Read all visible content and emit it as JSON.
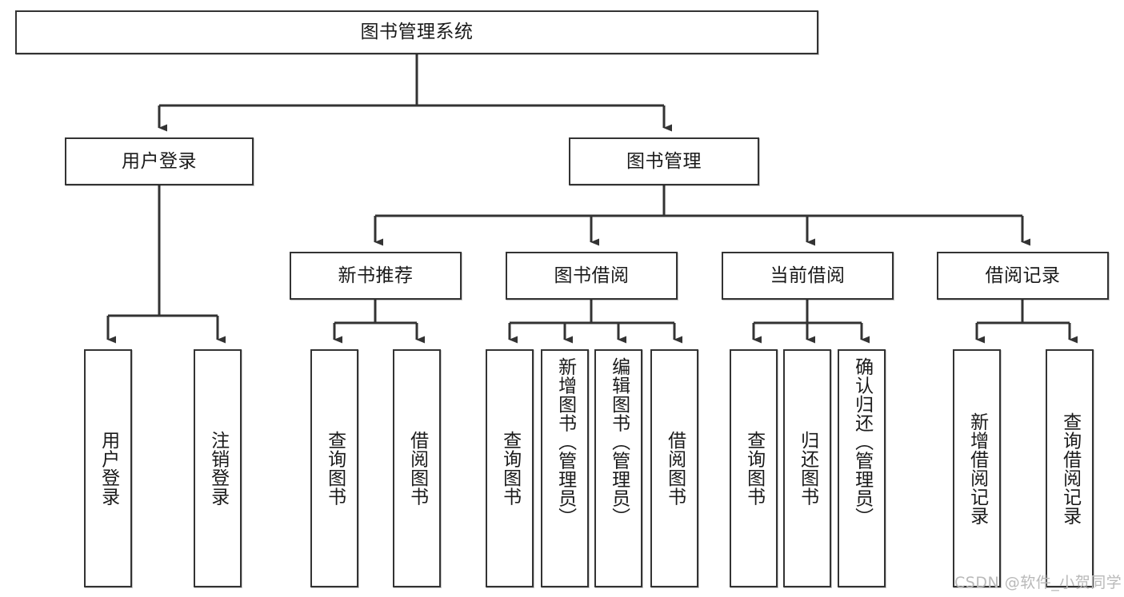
{
  "diagram": {
    "type": "tree-hierarchy",
    "title": "图书管理系统",
    "watermark": "CSDN @软件_小贺同学",
    "colors": {
      "stroke": "#333333",
      "fill": "#ffffff",
      "text": "#1a1a1a",
      "watermark": "#b9b9b9"
    },
    "levels": {
      "root": {
        "label": "图书管理系统"
      },
      "level2": [
        {
          "id": "user-login",
          "label": "用户登录"
        },
        {
          "id": "book-manage",
          "label": "图书管理"
        }
      ],
      "level3": [
        {
          "id": "new-book-recommend",
          "label": "新书推荐",
          "parent": "book-manage"
        },
        {
          "id": "book-borrow",
          "label": "图书借阅",
          "parent": "book-manage"
        },
        {
          "id": "current-borrow",
          "label": "当前借阅",
          "parent": "book-manage"
        },
        {
          "id": "borrow-record",
          "label": "借阅记录",
          "parent": "book-manage"
        }
      ],
      "leaves": [
        {
          "id": "leaf-user-login",
          "label": "用户登录",
          "parent": "user-login"
        },
        {
          "id": "leaf-user-logout",
          "label": "注销登录",
          "parent": "user-login"
        },
        {
          "id": "leaf-query-book-1",
          "label": "查询图书",
          "parent": "new-book-recommend"
        },
        {
          "id": "leaf-borrow-book-1",
          "label": "借阅图书",
          "parent": "new-book-recommend"
        },
        {
          "id": "leaf-query-book-2",
          "label": "查询图书",
          "parent": "book-borrow"
        },
        {
          "id": "leaf-add-book",
          "label": "新增图书（管理员）",
          "parent": "book-borrow"
        },
        {
          "id": "leaf-edit-book",
          "label": "编辑图书（管理员）",
          "parent": "book-borrow"
        },
        {
          "id": "leaf-borrow-book-2",
          "label": "借阅图书",
          "parent": "book-borrow"
        },
        {
          "id": "leaf-query-book-3",
          "label": "查询图书",
          "parent": "current-borrow"
        },
        {
          "id": "leaf-return-book",
          "label": "归还图书",
          "parent": "current-borrow"
        },
        {
          "id": "leaf-confirm-return",
          "label": "确认归还（管理员）",
          "parent": "current-borrow"
        },
        {
          "id": "leaf-add-record",
          "label": "新增借阅记录",
          "parent": "borrow-record"
        },
        {
          "id": "leaf-query-record",
          "label": "查询借阅记录",
          "parent": "borrow-record"
        }
      ]
    }
  }
}
